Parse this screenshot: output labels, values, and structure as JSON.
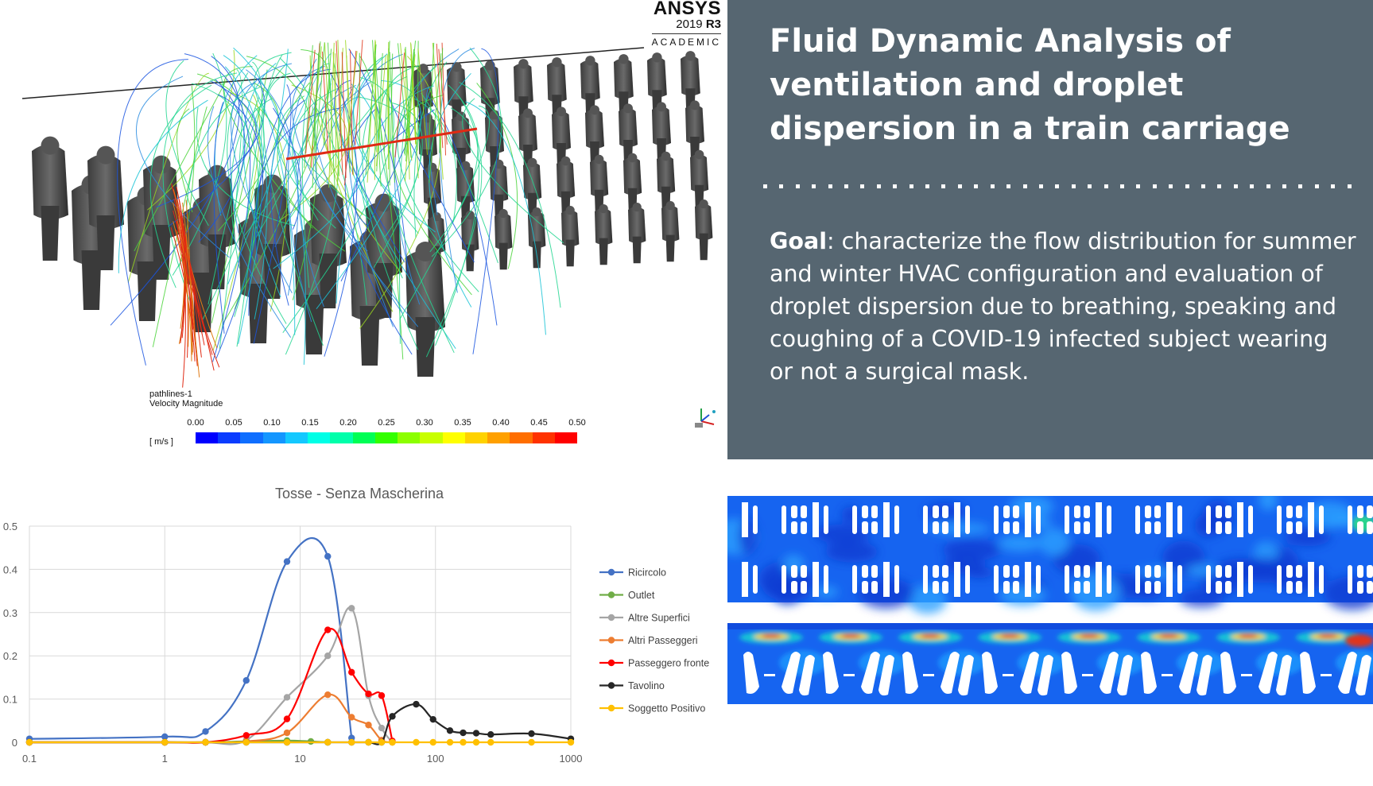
{
  "cfd_render": {
    "logo_brand": "ANSYS",
    "logo_version": "2019",
    "logo_release": "R3",
    "logo_edition": "ACADEMIC",
    "legend_title": "pathlines-1",
    "legend_quantity": "Velocity Magnitude",
    "colorbar_unit": "[ m/s ]",
    "colorbar_ticks": [
      "0.00",
      "0.05",
      "0.10",
      "0.15",
      "0.20",
      "0.25",
      "0.30",
      "0.35",
      "0.40",
      "0.45",
      "0.50"
    ],
    "colorbar_colors": [
      "#0000ff",
      "#0a3cff",
      "#0f6eff",
      "#1496ff",
      "#14c8ff",
      "#00ffe6",
      "#00ffaa",
      "#00ff55",
      "#32ff00",
      "#8cff00",
      "#c8ff00",
      "#ffff00",
      "#ffd200",
      "#ffa000",
      "#ff6e00",
      "#ff3200",
      "#ff0000"
    ]
  },
  "title_panel": {
    "title": "Fluid Dynamic Analysis of ventilation and droplet dispersion in a train carriage",
    "goal_label": "Goal",
    "goal_text": ": characterize the flow distribution for summer and winter HVAC configuration and evaluation of droplet dispersion due to breathing, speaking and coughing of a COVID-19 infected subject wearing or not a surgical mask.",
    "background_color": "#566671"
  },
  "chart_data": {
    "type": "line",
    "title": "Tosse - Senza Mascherina",
    "xlabel": "",
    "ylabel": "",
    "x_scale": "log",
    "xlim": [
      0.1,
      1000
    ],
    "ylim": [
      0,
      0.5
    ],
    "x_ticks": [
      "0.1",
      "1",
      "10",
      "100",
      "1000"
    ],
    "y_ticks": [
      "0",
      "0.1",
      "0.2",
      "0.3",
      "0.4",
      "0.5"
    ],
    "grid": true,
    "legend_position": "right",
    "series": [
      {
        "name": "Ricircolo",
        "color": "#4472c4",
        "x": [
          0.1,
          1,
          2,
          4,
          8,
          16,
          24
        ],
        "y": [
          0.008,
          0.013,
          0.025,
          0.143,
          0.418,
          0.43,
          0.01
        ]
      },
      {
        "name": "Outlet",
        "color": "#70ad47",
        "x": [
          0.1,
          1,
          2,
          4,
          8,
          12,
          16
        ],
        "y": [
          0,
          0,
          0,
          0.002,
          0.004,
          0.002,
          0
        ]
      },
      {
        "name": "Altre Superfici",
        "color": "#a5a5a5",
        "x": [
          0.1,
          1,
          2,
          4,
          8,
          16,
          24,
          32,
          40,
          48
        ],
        "y": [
          0,
          0,
          0,
          0.005,
          0.104,
          0.2,
          0.31,
          0.108,
          0.033,
          0
        ]
      },
      {
        "name": "Altri Passeggeri",
        "color": "#ed7d31",
        "x": [
          0.1,
          1,
          2,
          4,
          8,
          16,
          24,
          32,
          40,
          48
        ],
        "y": [
          0,
          0,
          0,
          0.002,
          0.022,
          0.11,
          0.058,
          0.04,
          0.005,
          0
        ]
      },
      {
        "name": "Passeggero fronte",
        "color": "#ff0000",
        "x": [
          0.1,
          1,
          2,
          4,
          8,
          16,
          24,
          32,
          40,
          48
        ],
        "y": [
          0,
          0,
          0,
          0.016,
          0.054,
          0.26,
          0.162,
          0.112,
          0.108,
          0.003
        ]
      },
      {
        "name": "Tavolino",
        "color": "#262626",
        "x": [
          0.1,
          1,
          2,
          4,
          8,
          16,
          24,
          32,
          40,
          48,
          72,
          96,
          128,
          160,
          200,
          256,
          512,
          1000
        ],
        "y": [
          0,
          0,
          0,
          0,
          0,
          0,
          0,
          0,
          0,
          0.06,
          0.088,
          0.053,
          0.027,
          0.022,
          0.021,
          0.018,
          0.02,
          0.008
        ]
      },
      {
        "name": "Soggetto Positivo",
        "color": "#ffc000",
        "x": [
          0.1,
          1,
          2,
          4,
          8,
          16,
          24,
          32,
          40,
          48,
          72,
          96,
          128,
          160,
          200,
          256,
          512,
          1000
        ],
        "y": [
          0,
          0,
          0,
          0,
          0,
          0,
          0,
          0,
          0,
          0,
          0,
          0,
          0,
          0,
          0,
          0,
          0,
          0
        ]
      }
    ]
  }
}
